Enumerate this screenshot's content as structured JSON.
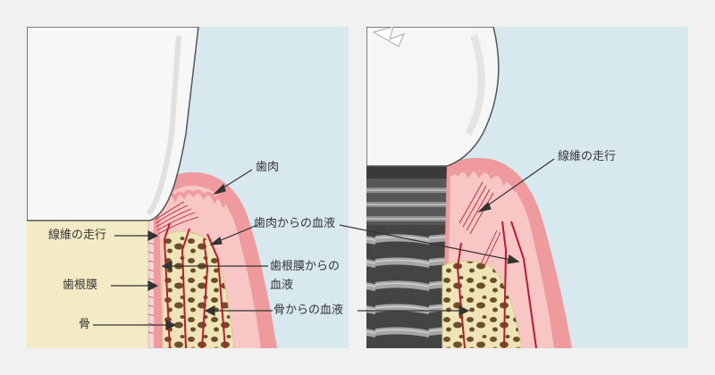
{
  "labels": {
    "gingiva": "歯肉",
    "fiber_direction_left": "線維の走行",
    "blood_from_gingiva": "歯肉からの血液",
    "periodontal_ligament": "歯根膜",
    "blood_from_pdl_line1": "歯根膜からの",
    "blood_from_pdl_line2": "血液",
    "bone": "骨",
    "blood_from_bone": "骨からの血液",
    "fiber_direction_right": "線維の走行"
  },
  "colors": {
    "background": "#f1f1f1",
    "panel": "#ffffff",
    "sky": "#d8e8ef",
    "dentin": "#f3ebc6",
    "gum_outer": "#ef9a9d",
    "gum_inner": "#f8c6c4",
    "vessel": "#c0182c",
    "bone": "#efe3b8",
    "bone_pores": "#6b4f2a",
    "implant_dark": "#4a4a4a",
    "implant_light": "#9a9a9a",
    "crown": "#f6f6f6"
  },
  "icons": [
    "natural-tooth",
    "dental-implant"
  ]
}
